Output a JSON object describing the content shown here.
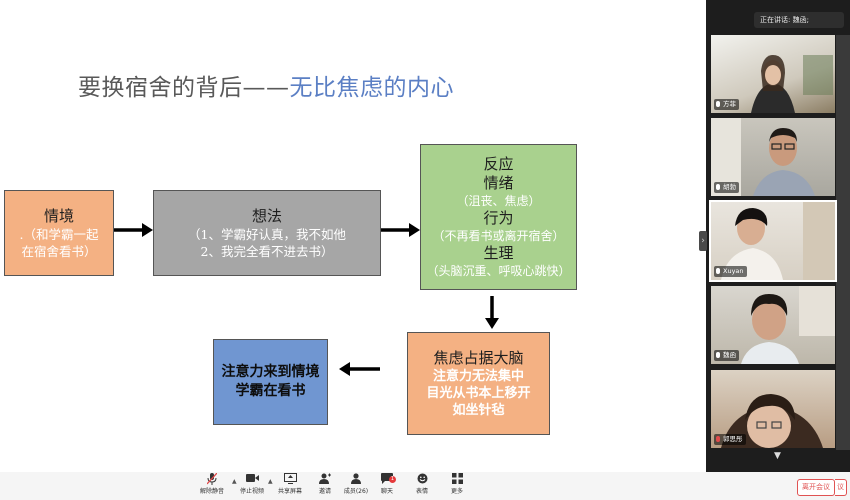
{
  "slide": {
    "title_prefix": "要换宿舍的背后——",
    "title_highlight": "无比焦虑的内心",
    "situation": {
      "heading": "情境",
      "lines": [
        ".（和学霸一起",
        "在宿舍看书）"
      ]
    },
    "thought": {
      "heading": "想法",
      "lines": [
        "（1、学霸好认真，我不如他",
        "2、我完全看不进去书）"
      ]
    },
    "reaction": {
      "heading": "反应",
      "emotion_label": "情绪",
      "emotion": "（沮丧、焦虑）",
      "behavior_label": "行为",
      "behavior": "（不再看书或离开宿舍）",
      "physio_label": "生理",
      "physio": "（头脑沉重、呼吸心跳快）"
    },
    "anxiety": {
      "heading": "焦虑占据大脑",
      "lines": [
        "注意力无法集中",
        "目光从书本上移开",
        "如坐针毡"
      ]
    },
    "attention": {
      "lines": [
        "注意力来到情境",
        "学霸在看书"
      ]
    }
  },
  "meeting": {
    "speaking_now": "正在讲话: 魏函;",
    "participants": [
      {
        "name": "方菲",
        "muted": false
      },
      {
        "name": "胡勃",
        "muted": false
      },
      {
        "name": "Xuyan",
        "muted": false
      },
      {
        "name": "魏函",
        "muted": false
      },
      {
        "name": "郭思彤",
        "muted": true
      }
    ]
  },
  "toolbar": {
    "items": [
      {
        "icon": "mic-muted-icon",
        "label": "解除静音"
      },
      {
        "icon": "camera-icon",
        "label": "停止视频"
      },
      {
        "icon": "share-screen-icon",
        "label": "共享屏幕"
      },
      {
        "icon": "invite-icon",
        "label": "邀请"
      },
      {
        "icon": "members-icon",
        "label": "成员(26)"
      },
      {
        "icon": "chat-icon",
        "label": "聊天"
      },
      {
        "icon": "emoji-icon",
        "label": "表情"
      },
      {
        "icon": "more-icon",
        "label": "更多"
      }
    ],
    "chat_badge": "1",
    "leave_label": "离开会议",
    "leave_tail": "议"
  }
}
